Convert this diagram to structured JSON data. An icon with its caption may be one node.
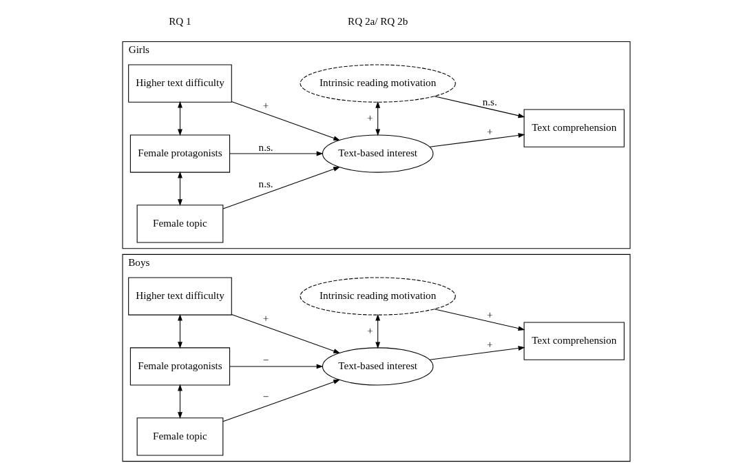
{
  "diagram": {
    "nodes": [
      {
        "text": [
          "Boys"
        ]
      },
      {
        "text": [
          "Female topic"
        ],
        "in": 0
      },
      {
        "text": [
          "Female protagonists"
        ],
        "in": 0
      },
      {
        "text": [
          "Higher text difficulty"
        ],
        "in": 0
      },
      {
        "text": [
          "Text-based interest"
        ],
        "in": 0
      },
      {
        "text": [
          "Intrinsic reading motivation"
        ],
        "in": 0
      },
      {
        "text": [
          "Text comprehension"
        ],
        "in": 0
      },
      {
        "text": [
          "Girls"
        ]
      },
      {
        "text": [
          "Female topic"
        ],
        "in": 7
      },
      {
        "text": [
          "Female protagonists"
        ],
        "in": 7
      },
      {
        "text": [
          "Higher text difficulty"
        ],
        "in": 7
      },
      {
        "text": [
          "Text-based interest"
        ],
        "in": 7
      },
      {
        "text": [
          "Intrinsic reading motivation"
        ],
        "in": 7
      },
      {
        "text": [
          "Text comprehension"
        ],
        "in": 7
      }
    ],
    "edges": [
      {
        "from": 1,
        "to": 2,
        "arrow": "both"
      },
      {
        "from": 2,
        "to": 3,
        "arrow": "both"
      },
      {
        "from": 1,
        "to": 4,
        "arrow": "to",
        "label": "−"
      },
      {
        "from": 2,
        "to": 4,
        "arrow": "to",
        "label": "−"
      },
      {
        "from": 3,
        "to": 4,
        "arrow": "to",
        "label": "+"
      },
      {
        "from": 4,
        "to": 5,
        "arrow": "both",
        "label": "+"
      },
      {
        "from": 4,
        "to": 6,
        "arrow": "to",
        "label": "+"
      },
      {
        "from": 5,
        "to": 6,
        "arrow": "to",
        "label": "+"
      },
      {
        "from": 8,
        "to": 9,
        "arrow": "both"
      },
      {
        "from": 9,
        "to": 10,
        "arrow": "both"
      },
      {
        "from": 8,
        "to": 11,
        "arrow": "to",
        "label": "n.s."
      },
      {
        "from": 9,
        "to": 11,
        "arrow": "to",
        "label": "n.s."
      },
      {
        "from": 10,
        "to": 11,
        "arrow": "to",
        "label": "+"
      },
      {
        "from": 11,
        "to": 12,
        "arrow": "both",
        "label": "+"
      },
      {
        "from": 11,
        "to": 13,
        "arrow": "to",
        "label": "+"
      },
      {
        "from": 12,
        "to": 13,
        "arrow": "to",
        "label": "n.s."
      }
    ],
    "labels": [
      "RQ 1",
      "RQ 2a/ RQ 2b"
    ]
  }
}
